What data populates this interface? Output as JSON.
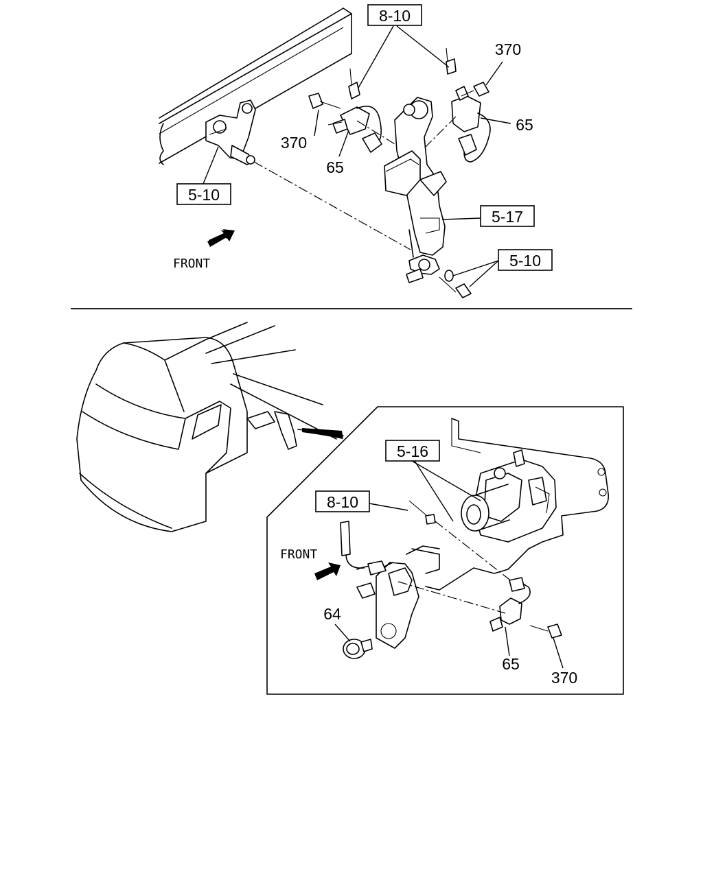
{
  "top_view": {
    "refs": {
      "bracket_8_10": "8-10",
      "bolt_370_right": "370",
      "bolt_370_left": "370",
      "sensor_65_right": "65",
      "sensor_65_left": "65",
      "link_5_10_left": "5-10",
      "link_5_10_right": "5-10",
      "arm_5_17": "5-17"
    },
    "front_label": "FRONT"
  },
  "bottom_view": {
    "refs": {
      "valve_5_16": "5-16",
      "bracket_8_10": "8-10",
      "grommet_64": "64",
      "sensor_65": "65",
      "bolt_370": "370"
    },
    "front_label": "FRONT"
  }
}
